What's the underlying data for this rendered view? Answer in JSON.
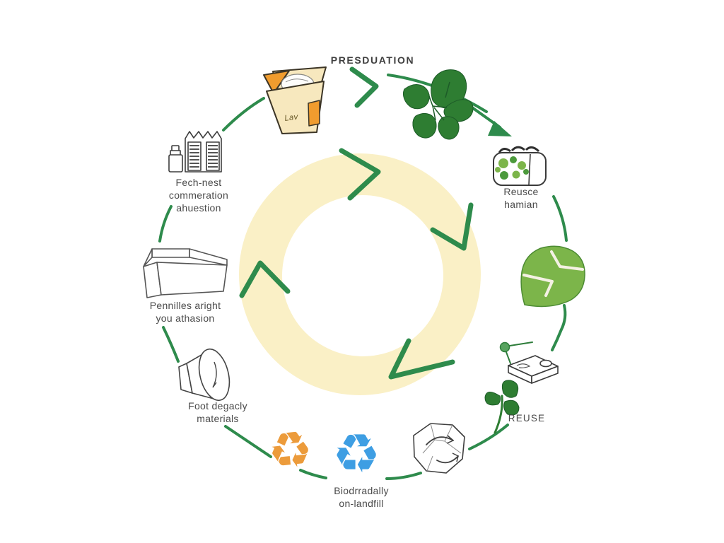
{
  "colors": {
    "green": "#2e8b4c",
    "leaf_dark": "#2e7d32",
    "leaf_light": "#7cb54a",
    "ring": "#faf0c6",
    "orange": "#ec9b3b",
    "blue": "#3e9ee3",
    "ink": "#4a4a4a",
    "outline": "#3a3a3a",
    "box_cream": "#f7e8be",
    "box_orange": "#f09c2e"
  },
  "diagram": {
    "title": "PRESDUATION",
    "stages": {
      "factory_label": "Fech-nest\ncommeration\nahuestion",
      "carton_label": "Pennilles aright\nyou athasion",
      "cup_label": "Foot degacly\nmaterials",
      "landfill_label": "Biodrradally\non-landfill",
      "reuse_label": "REUSE",
      "container_label": "Reusce\nhamian"
    },
    "box_mark": "Lav",
    "recycle_glyph": "♻"
  }
}
